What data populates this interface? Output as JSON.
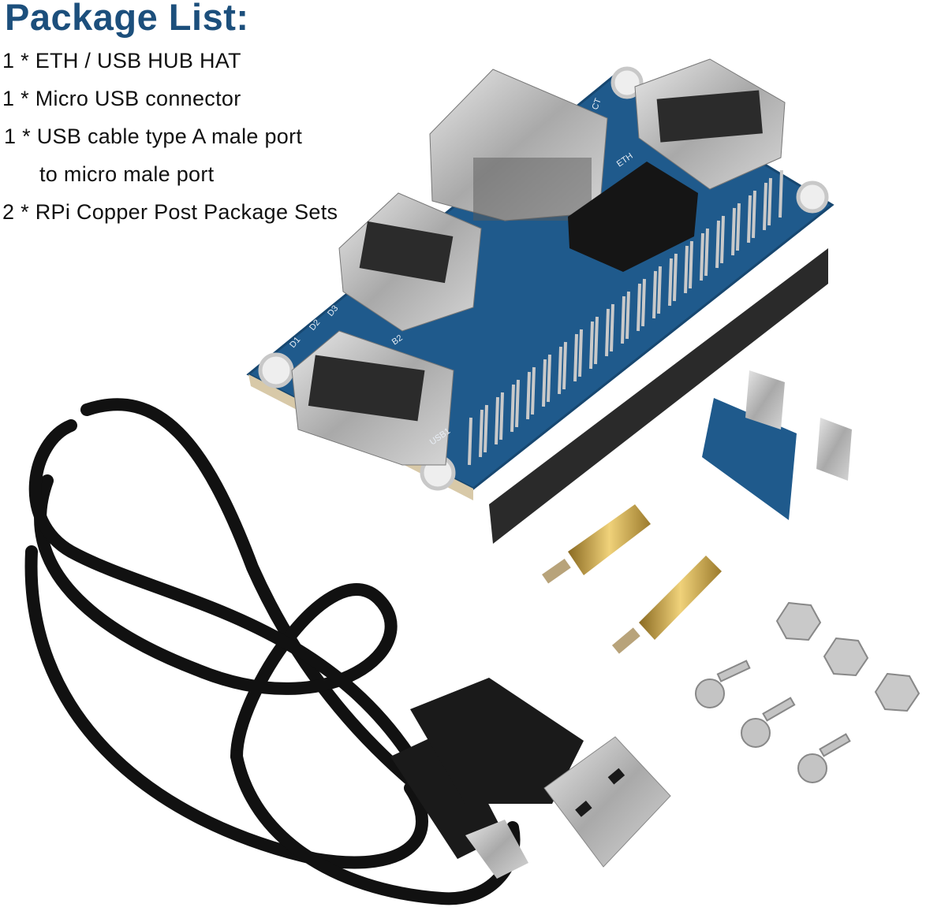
{
  "title": "Package List:",
  "items": [
    "1 * ETH / USB HUB HAT",
    "1 * Micro USB connector",
    "1 * USB cable type A male port",
    "to micro male port",
    "2 * RPi Copper Post Package Sets"
  ],
  "board_labels": {
    "usb1": "USB1",
    "usb2": "B2",
    "eth": "ETH",
    "act": "CT",
    "d1": "D1",
    "d2": "D2",
    "d3": "D3"
  },
  "colors": {
    "title": "#1c4f7c",
    "pcb": "#1f5a8c",
    "cable": "#111111",
    "brass": "#c9a24a"
  }
}
